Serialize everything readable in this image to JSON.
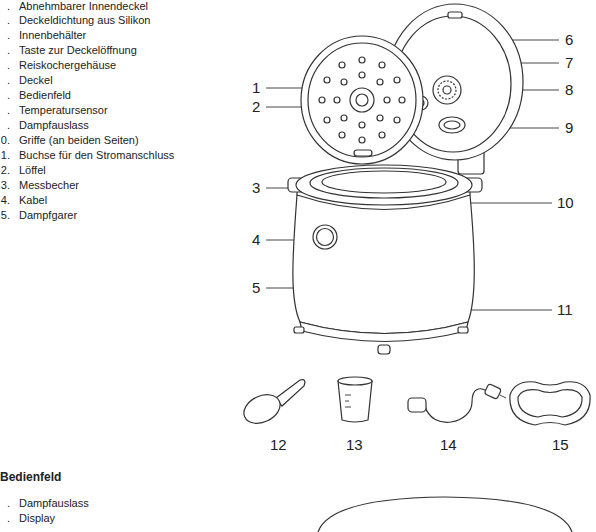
{
  "diagram": {
    "labels": [
      ".",
      "Abnehmbarer Innendeckel",
      ".",
      "Deckeldichtung aus Silikon",
      ".",
      "Innenbehälter",
      ".",
      "Taste zur Deckelöffnung",
      ".",
      "Reiskochergehäuse",
      ".",
      "Deckel",
      ".",
      "Bedienfeld",
      ".",
      "Temperatursensor",
      ".",
      "Dampfauslass",
      "0.",
      "Griffe (an beiden Seiten)",
      "1.",
      "Buchse für den Stromanschluss",
      "2.",
      "Löffel",
      "3.",
      "Messbecher",
      "4.",
      "Kabel",
      "5.",
      "Dampfgarer",
      "Bedienfeld",
      ".",
      "Dampfauslass",
      ".",
      "Display",
      "1",
      "2",
      "3",
      "4",
      "5",
      "6",
      "7",
      "8",
      "9",
      "10",
      "11",
      "12",
      "13",
      "14",
      "15"
    ]
  }
}
